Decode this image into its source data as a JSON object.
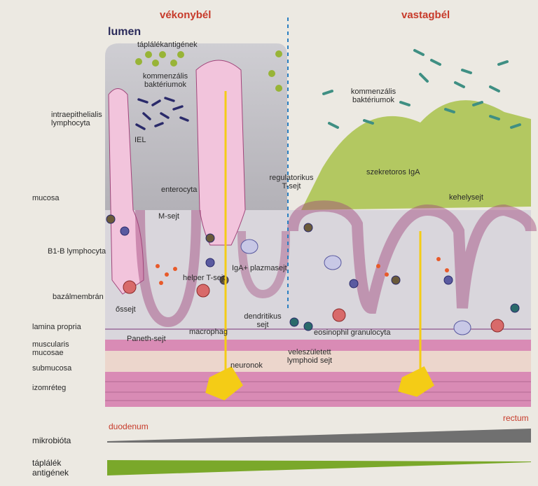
{
  "headers": {
    "small_intestine": "vékonybél",
    "large_intestine": "vastagbél",
    "lumen": "lumen"
  },
  "labels": {
    "food_antigens": "táplálékantigének",
    "commensal_bacteria_left_1": "kommenzális",
    "commensal_bacteria_left_2": "baktériumok",
    "commensal_bacteria_right_1": "kommenzális",
    "commensal_bacteria_right_2": "baktériumok",
    "iel_1": "intraepithelialis",
    "iel_2": "lymphocyta",
    "iel_short": "IEL",
    "enterocyte": "enterocyta",
    "regulatory_t_1": "regulatorikus",
    "regulatory_t_2": "T-sejt",
    "secretory_iga": "szekretoros IgA",
    "goblet_cell": "kehelysejt",
    "mucosa": "mucosa",
    "m_cell": "M-sejt",
    "b1b_lymphocyte": "B1-B lymphocyta",
    "iga_plasma_cell": "IgA+ plazmasejt",
    "helper_t": "helper T-sejt",
    "basement_membrane": "bazálmembrán",
    "stem_cell": "őssejt",
    "dendritic_1": "dendritikus",
    "dendritic_2": "sejt",
    "lamina_propria": "lamina propria",
    "macrophage": "macrophag",
    "eosinophil": "eosinophil granulocyta",
    "paneth": "Paneth-sejt",
    "muscularis_1": "muscularis",
    "muscularis_2": "mucosae",
    "innate_lymphoid_1": "veleszületett",
    "innate_lymphoid_2": "lymphoid sejt",
    "neurons": "neuronok",
    "submucosa": "submucosa",
    "muscle_layer": "izomréteg"
  },
  "gradient": {
    "start_label": "duodenum",
    "end_label": "rectum",
    "microbiota": "mikrobióta",
    "food_antigens_1": "táplálék",
    "food_antigens_2": "antigének"
  },
  "colors": {
    "header_red": "#c73a2a",
    "mucus_gray": "#b9b7bd",
    "epithelium_pink": "#f2c4dc",
    "lamina_propria": "#d9d6dc",
    "muscle_pink": "#d98bb5",
    "submucosa_beige": "#ecd6cc",
    "mucus_green": "#a9c24a",
    "bacteria_teal": "#3f8f83",
    "bacteria_navy": "#2a2a6a",
    "food_antigen_green": "#98b437",
    "neuron_yellow": "#f4cc16",
    "divider_blue": "#2a7fc2",
    "microbiota_bar": "#707070",
    "food_bar": "#7aa82a"
  }
}
